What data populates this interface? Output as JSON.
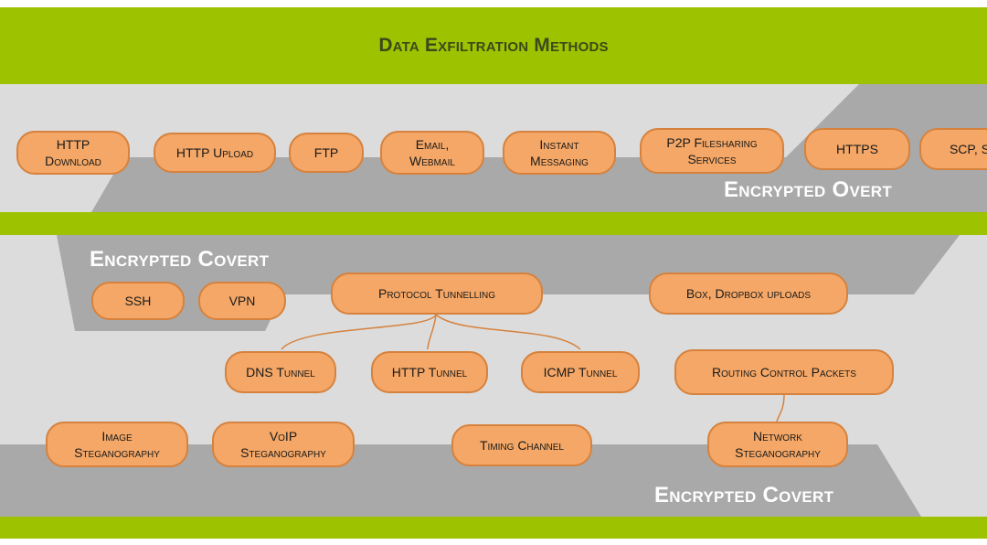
{
  "title": "Data Exfiltration Methods",
  "colors": {
    "green_band": "#9dc300",
    "grey_band": "#dcdcdc",
    "dark_shape": "#a9a9a9",
    "node_fill": "#f4a766",
    "node_border": "#d6823e",
    "connector": "#d6823e"
  },
  "zones": {
    "top": "Encrypted Overt",
    "middle": "Encrypted Covert",
    "bottom": "Encrypted Covert"
  },
  "nodes": {
    "http_download": "HTTP\nDownload",
    "http_upload": "HTTP Upload",
    "ftp": "FTP",
    "email": "Email,\nWebmail",
    "im": "Instant\nMessaging",
    "p2p": "P2P Filesharing\nServices",
    "https": "HTTPS",
    "scp": "SCP, S",
    "ssh": "SSH",
    "vpn": "VPN",
    "protocol_tunnelling": "Protocol Tunnelling",
    "box_dropbox": "Box, Dropbox uploads",
    "dns_tunnel": "DNS Tunnel",
    "http_tunnel": "HTTP Tunnel",
    "icmp_tunnel": "ICMP Tunnel",
    "routing_control": "Routing Control Packets",
    "image_steg": "Image\nSteganography",
    "voip_steg": "VoIP\nSteganography",
    "timing_channel": "Timing Channel",
    "network_steg": "Network\nSteganography"
  }
}
